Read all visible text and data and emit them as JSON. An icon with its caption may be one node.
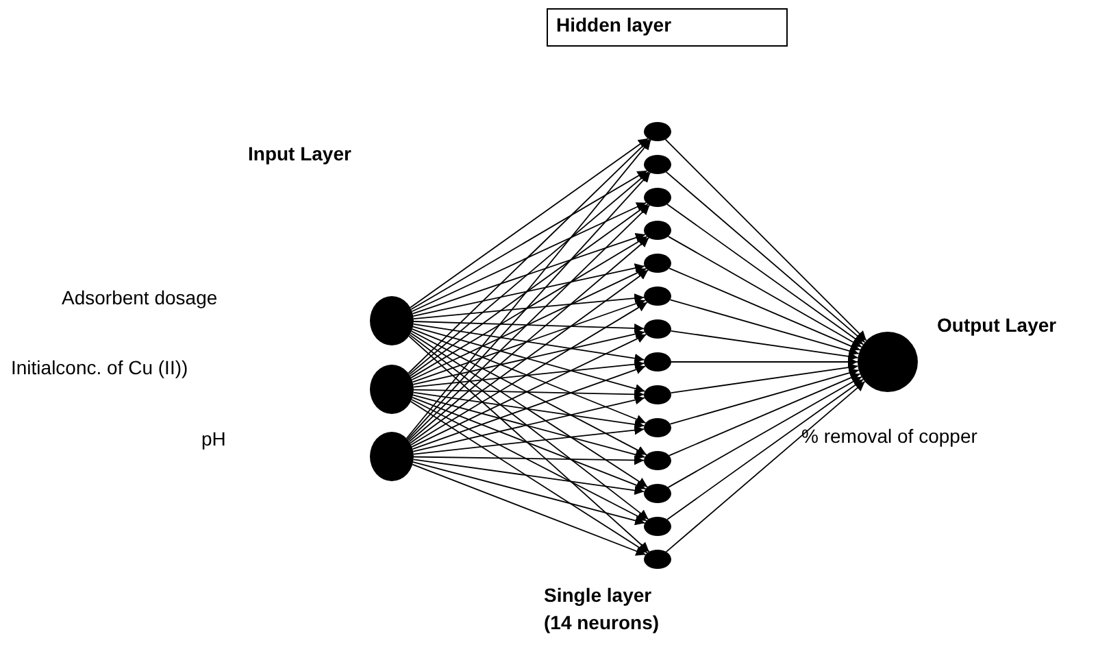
{
  "diagram": {
    "nodes": [
      {
        "text": [
          "Hidden layer"
        ]
      },
      {
        "text": [],
        "shape": "circle"
      },
      {
        "text": [],
        "shape": "circle"
      },
      {
        "text": [],
        "shape": "circle"
      },
      {
        "text": [],
        "shape": "circle"
      },
      {
        "text": [],
        "shape": "circle"
      },
      {
        "text": [],
        "shape": "circle"
      },
      {
        "text": [],
        "shape": "circle"
      },
      {
        "text": [],
        "shape": "circle"
      },
      {
        "text": [],
        "shape": "circle"
      },
      {
        "text": [],
        "shape": "circle"
      },
      {
        "text": [],
        "shape": "circle"
      },
      {
        "text": [],
        "shape": "circle"
      },
      {
        "text": [],
        "shape": "circle"
      },
      {
        "text": [],
        "shape": "circle"
      },
      {
        "text": [],
        "shape": "circle"
      },
      {
        "text": [],
        "shape": "circle"
      },
      {
        "text": [],
        "shape": "circle"
      },
      {
        "text": [],
        "shape": "circle",
        "beside": [
          "Output Layer",
          "% removal of copper"
        ]
      }
    ],
    "edges": [
      {
        "from": 1,
        "to": 4,
        "arrow": "to"
      },
      {
        "from": 1,
        "to": 5,
        "arrow": "to"
      },
      {
        "from": 1,
        "to": 6,
        "arrow": "to"
      },
      {
        "from": 1,
        "to": 7,
        "arrow": "to"
      },
      {
        "from": 1,
        "to": 8,
        "arrow": "to"
      },
      {
        "from": 1,
        "to": 9,
        "arrow": "to"
      },
      {
        "from": 1,
        "to": 10,
        "arrow": "to"
      },
      {
        "from": 1,
        "to": 11,
        "arrow": "to"
      },
      {
        "from": 1,
        "to": 12,
        "arrow": "to"
      },
      {
        "from": 1,
        "to": 13,
        "arrow": "to"
      },
      {
        "from": 1,
        "to": 14,
        "arrow": "to"
      },
      {
        "from": 1,
        "to": 15,
        "arrow": "to"
      },
      {
        "from": 1,
        "to": 16,
        "arrow": "to"
      },
      {
        "from": 1,
        "to": 17,
        "arrow": "to"
      },
      {
        "from": 2,
        "to": 4,
        "arrow": "to"
      },
      {
        "from": 2,
        "to": 5,
        "arrow": "to"
      },
      {
        "from": 2,
        "to": 6,
        "arrow": "to"
      },
      {
        "from": 2,
        "to": 7,
        "arrow": "to"
      },
      {
        "from": 2,
        "to": 8,
        "arrow": "to"
      },
      {
        "from": 2,
        "to": 9,
        "arrow": "to"
      },
      {
        "from": 2,
        "to": 10,
        "arrow": "to"
      },
      {
        "from": 2,
        "to": 11,
        "arrow": "to"
      },
      {
        "from": 2,
        "to": 12,
        "arrow": "to"
      },
      {
        "from": 2,
        "to": 13,
        "arrow": "to"
      },
      {
        "from": 2,
        "to": 14,
        "arrow": "to"
      },
      {
        "from": 2,
        "to": 15,
        "arrow": "to"
      },
      {
        "from": 2,
        "to": 16,
        "arrow": "to"
      },
      {
        "from": 2,
        "to": 17,
        "arrow": "to"
      },
      {
        "from": 3,
        "to": 4,
        "arrow": "to"
      },
      {
        "from": 3,
        "to": 5,
        "arrow": "to"
      },
      {
        "from": 3,
        "to": 6,
        "arrow": "to"
      },
      {
        "from": 3,
        "to": 7,
        "arrow": "to"
      },
      {
        "from": 3,
        "to": 8,
        "arrow": "to"
      },
      {
        "from": 3,
        "to": 9,
        "arrow": "to"
      },
      {
        "from": 3,
        "to": 10,
        "arrow": "to"
      },
      {
        "from": 3,
        "to": 11,
        "arrow": "to"
      },
      {
        "from": 3,
        "to": 12,
        "arrow": "to"
      },
      {
        "from": 3,
        "to": 13,
        "arrow": "to"
      },
      {
        "from": 3,
        "to": 14,
        "arrow": "to"
      },
      {
        "from": 3,
        "to": 15,
        "arrow": "to"
      },
      {
        "from": 3,
        "to": 16,
        "arrow": "to"
      },
      {
        "from": 3,
        "to": 17,
        "arrow": "to"
      },
      {
        "from": 4,
        "to": 18,
        "arrow": "to"
      },
      {
        "from": 5,
        "to": 18,
        "arrow": "to"
      },
      {
        "from": 6,
        "to": 18,
        "arrow": "to"
      },
      {
        "from": 7,
        "to": 18,
        "arrow": "to"
      },
      {
        "from": 8,
        "to": 18,
        "arrow": "to"
      },
      {
        "from": 9,
        "to": 18,
        "arrow": "to"
      },
      {
        "from": 10,
        "to": 18,
        "arrow": "to"
      },
      {
        "from": 11,
        "to": 18,
        "arrow": "to"
      },
      {
        "from": 12,
        "to": 18,
        "arrow": "to"
      },
      {
        "from": 13,
        "to": 18,
        "arrow": "to"
      },
      {
        "from": 14,
        "to": 18,
        "arrow": "to"
      },
      {
        "from": 15,
        "to": 18,
        "arrow": "to"
      },
      {
        "from": 16,
        "to": 18,
        "arrow": "to"
      },
      {
        "from": 17,
        "to": 18,
        "arrow": "to"
      }
    ],
    "labels": [
      "Input Layer",
      "Adsorbent dosage",
      "Initialconc. of Cu (II))",
      "pH",
      "Single layer (14 neurons)"
    ]
  }
}
